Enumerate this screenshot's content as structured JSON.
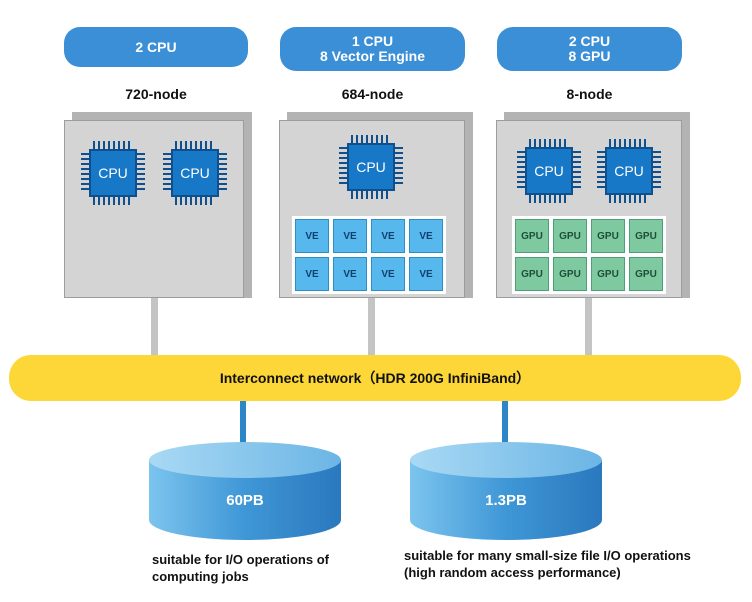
{
  "top_pills": [
    {
      "line1": "2 CPU",
      "line2": ""
    },
    {
      "line1": "1 CPU",
      "line2": "8 Vector Engine"
    },
    {
      "line1": "2 CPU",
      "line2": "8 GPU"
    }
  ],
  "node_labels": [
    "720-node",
    "684-node",
    "8-node"
  ],
  "cpu_label": "CPU",
  "ve_label": "VE",
  "gpu_label": "GPU",
  "network_label": "Interconnect network（HDR 200G InfiniBand）",
  "storage": [
    {
      "label": "60PB",
      "caption_line1": "suitable for I/O operations of",
      "caption_line2": "computing jobs"
    },
    {
      "label": "1.3PB",
      "caption_line1": "suitable for many small-size file I/O operations",
      "caption_line2": "(high random access performance)"
    }
  ],
  "colors": {
    "pill_blue": "#3a8fd6",
    "network_yellow": "#fdd737",
    "cpu_blue": "#1878c8",
    "ve_blue": "#56b8ec",
    "gpu_green": "#7fc9a0",
    "storage_blue": "#4aa3dc"
  }
}
